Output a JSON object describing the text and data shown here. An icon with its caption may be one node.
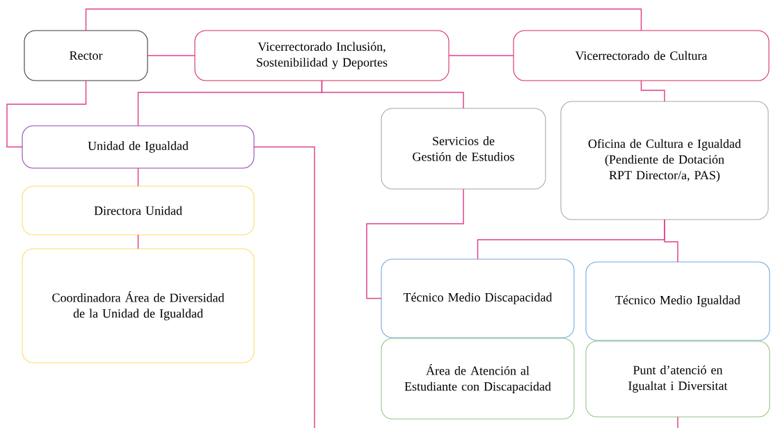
{
  "diagram": {
    "nodes": [
      {
        "text": [
          "Rector"
        ]
      },
      {
        "text": [
          "Vicerrectorado Inclusión, Sostenibilidad y Deportes"
        ]
      },
      {
        "text": [
          "Vicerrectorado de Cultura"
        ]
      },
      {
        "text": [
          "Unidad de Igualdad"
        ]
      },
      {
        "text": [
          "Servicios de Gestión de Estudios"
        ]
      },
      {
        "text": [
          "Oficina de Cultura e Igualdad (Pendiente de Dotación RPT Director/a, PAS)"
        ]
      },
      {
        "text": [
          "Directora Unidad"
        ]
      },
      {
        "text": [
          "Coordinadora Área de Diversidad de la Unidad de Igualdad"
        ]
      },
      {
        "text": [
          "Técnico Medio Discapacidad"
        ]
      },
      {
        "text": [
          "Técnico Medio Igualdad"
        ]
      },
      {
        "text": [
          "Área de Atención al Estudiante con Discapacidad"
        ]
      },
      {
        "text": [
          "Punt d’atenció en Igualtat i Diversitat"
        ]
      }
    ],
    "edges": [
      {
        "from": 0,
        "to": 2,
        "arrow": "none"
      },
      {
        "from": 0,
        "to": 1,
        "arrow": "none"
      },
      {
        "from": 1,
        "to": 2,
        "arrow": "none"
      },
      {
        "from": 0,
        "to": 3,
        "arrow": "none"
      },
      {
        "from": 1,
        "to": 3,
        "arrow": "none"
      },
      {
        "from": 1,
        "to": 4,
        "arrow": "none"
      },
      {
        "from": 2,
        "to": 5,
        "arrow": "none"
      },
      {
        "from": 3,
        "to": null,
        "arrow": "none"
      },
      {
        "from": 3,
        "to": 6,
        "arrow": "none"
      },
      {
        "from": 6,
        "to": 7,
        "arrow": "none"
      },
      {
        "from": 4,
        "to": 8,
        "arrow": "none"
      },
      {
        "from": 5,
        "to": 8,
        "arrow": "none"
      },
      {
        "from": 5,
        "to": 9,
        "arrow": "none"
      },
      {
        "from": 11,
        "to": null,
        "arrow": "none"
      }
    ]
  }
}
